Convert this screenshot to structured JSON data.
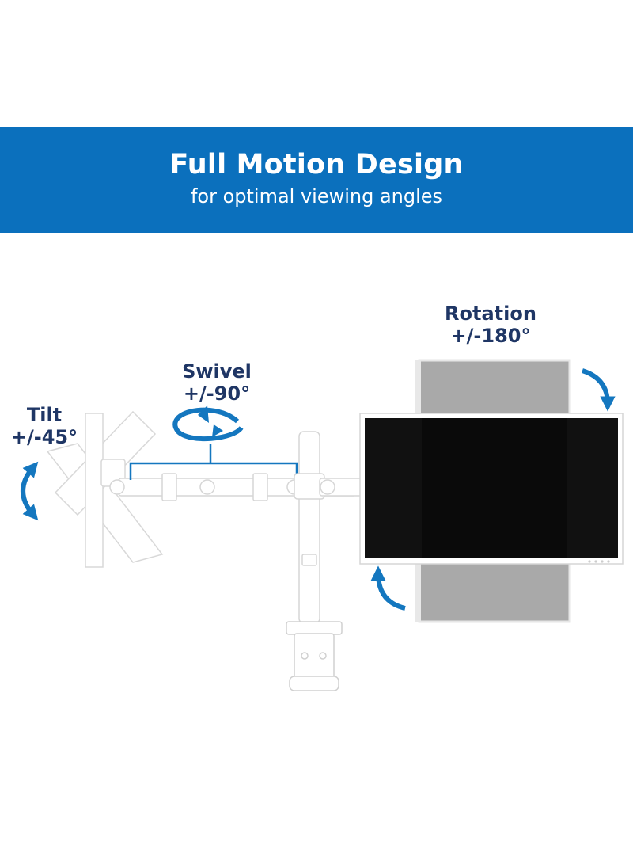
{
  "header": {
    "title": "Full Motion Design",
    "subtitle": "for optimal viewing angles"
  },
  "labels": {
    "tilt": {
      "name": "Tilt",
      "range": "+/-45°"
    },
    "swivel": {
      "name": "Swivel",
      "range": "+/-90°"
    },
    "rotation": {
      "name": "Rotation",
      "range": "+/-180°"
    }
  },
  "colors": {
    "banner": "#0b70bd",
    "label_text": "#1f3665",
    "arrow": "#1477bf",
    "screen": "#111111",
    "ghost_screen": "#a9a9a9"
  },
  "icons": [
    "tilt-arrow-icon",
    "swivel-arrow-icon",
    "rotation-arrow-icon"
  ]
}
